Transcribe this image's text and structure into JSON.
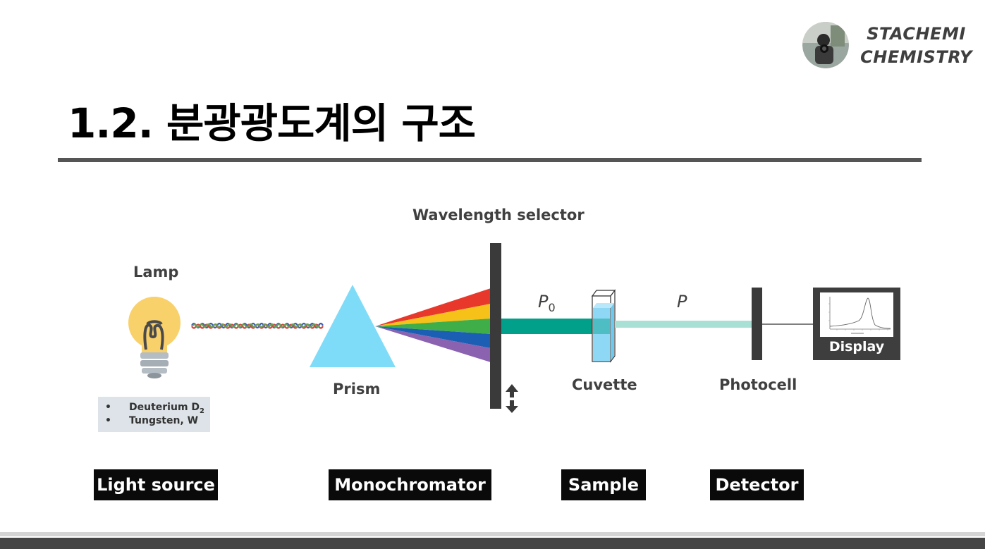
{
  "brand": {
    "line1": "STACHEMI",
    "line2": "CHEMISTRY"
  },
  "title": "1.2. 분광광도계의 구조",
  "components": {
    "lamp": "Lamp",
    "wavelength_selector": "Wavelength selector",
    "prism": "Prism",
    "cuvette": "Cuvette",
    "photocell": "Photocell",
    "display": "Display"
  },
  "lamp_types": [
    {
      "bullet": "•",
      "name": "Deuterium D",
      "subscript": "2"
    },
    {
      "bullet": "•",
      "name": "Tungsten, W",
      "subscript": ""
    }
  ],
  "beam_labels": {
    "p0_base": "P",
    "p0_sub": "0",
    "p": "P"
  },
  "stages": {
    "light_source": "Light source",
    "monochromator": "Monochromator",
    "sample": "Sample",
    "detector": "Detector"
  },
  "colors": {
    "lamp_bulb": "#f9d16b",
    "lamp_base": "#b4bcc4",
    "prism": "#7fdcf8",
    "spectrum": [
      "#e8382b",
      "#f6c21a",
      "#3fae49",
      "#1a5fb4",
      "#8a62b0"
    ],
    "beam_p0": "#00a08a",
    "beam_p": "#a9e0d6",
    "cuvette_liquid": "#8fd8f5",
    "slit": "#3a3a3a",
    "stage_tag": "#0a0a0a"
  },
  "icons": [
    "light-bulb-icon",
    "up-down-arrow-icon",
    "spectrum-graph-icon"
  ]
}
